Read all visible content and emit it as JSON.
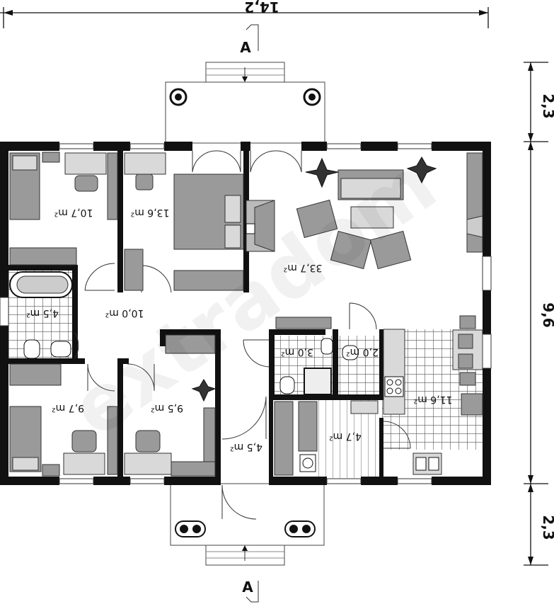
{
  "dimensions": {
    "total_width": "14,2",
    "total_depth": "9,6",
    "terrace_top_depth": "2,3",
    "terrace_bottom_depth": "2,3"
  },
  "section": {
    "top_mark": "A",
    "bottom_mark": "A"
  },
  "rooms": {
    "bedroom_nw": "10,7 m²",
    "bedroom_master": "13,6 m²",
    "living": "33,7 m²",
    "bathroom": "4,5 m²",
    "hall": "10,0 m²",
    "shower": "3,0 m²",
    "wc": "2,0 m²",
    "kitchen": "11,6 m²",
    "bedroom_sw": "9,7 m²",
    "bedroom_s": "9,5 m²",
    "entrance": "4,5 m²",
    "stair": "4,7 m²"
  },
  "watermark": "extradom",
  "colors": {
    "wall": "#111111",
    "furniture": "#9a9a9a",
    "tile": "#444444"
  }
}
